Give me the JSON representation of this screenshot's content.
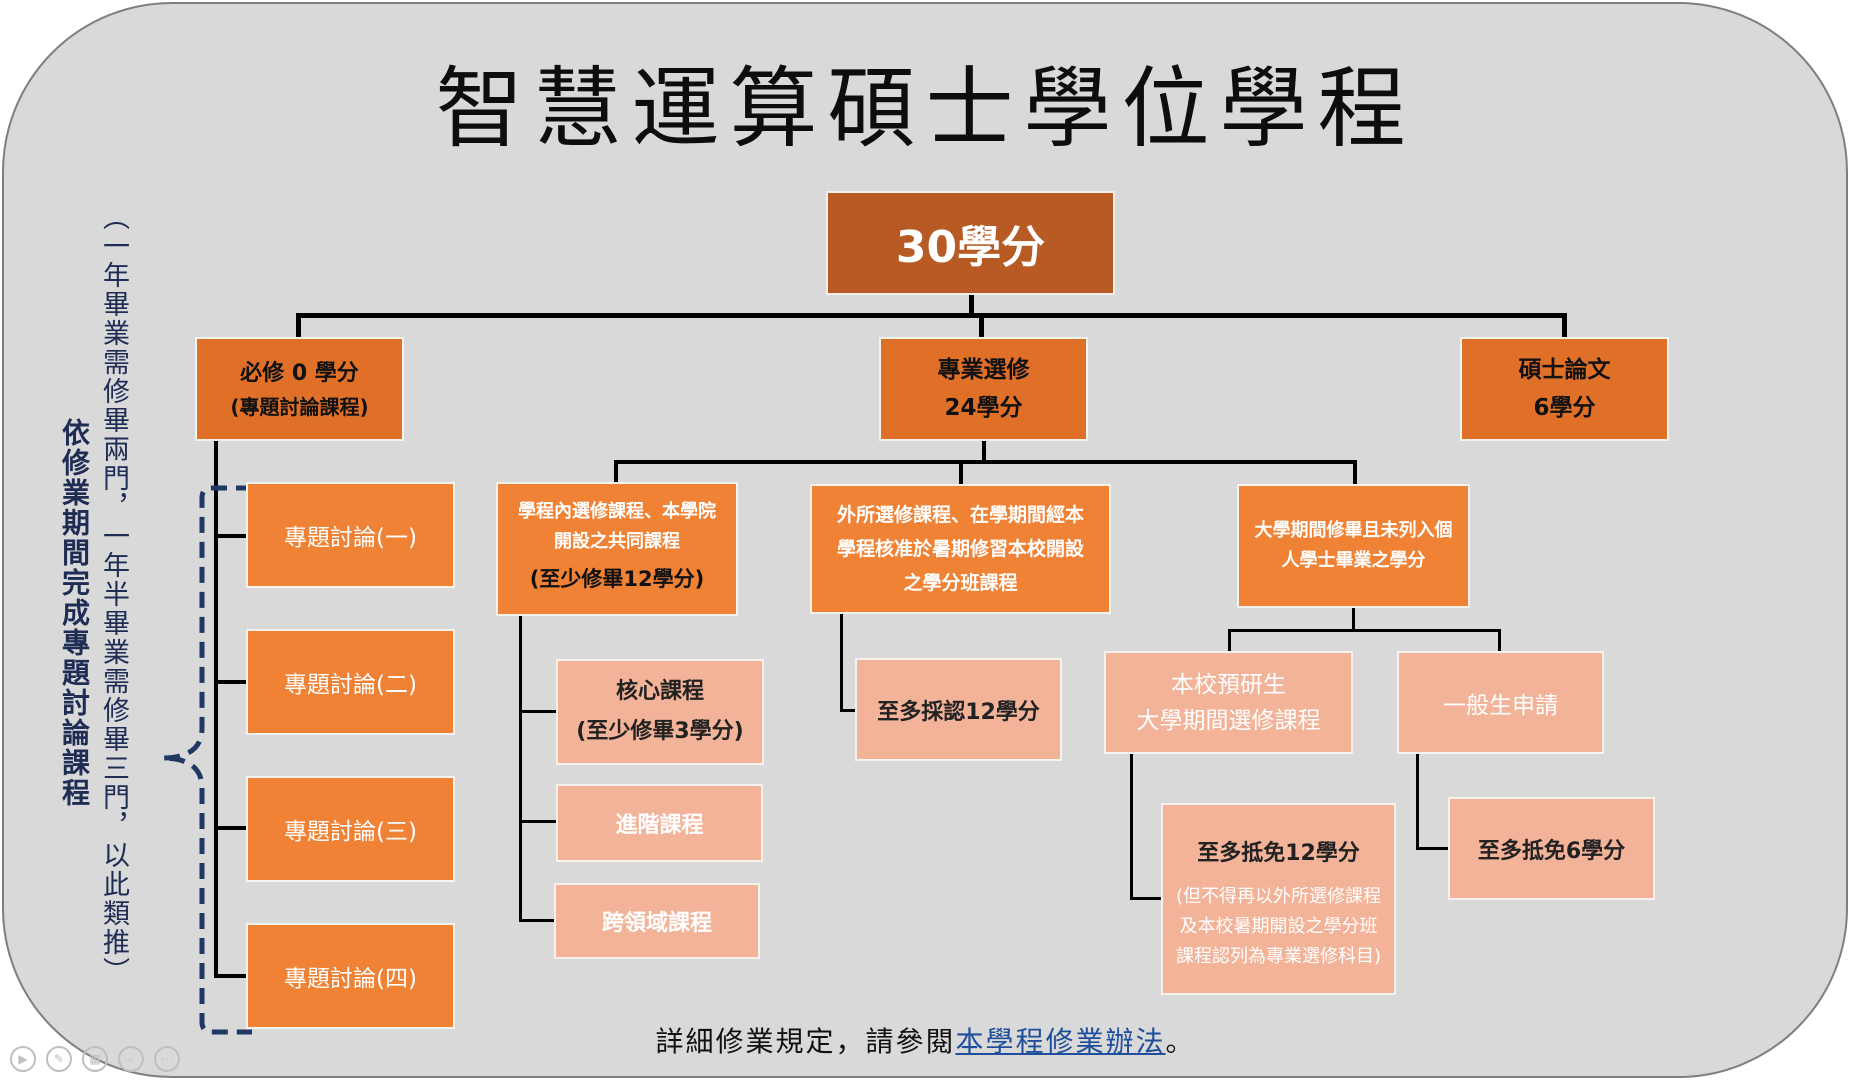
{
  "title": "智慧運算碩士學位學程",
  "root": "30學分",
  "required": {
    "line1": "必修 0 學分",
    "line2": "(專題討論課程)"
  },
  "elective": {
    "line1": "專業選修",
    "line2": "24學分"
  },
  "thesis": {
    "line1": "碩士論文",
    "line2": "6學分"
  },
  "seminars": [
    "專題討論(一)",
    "專題討論(二)",
    "專題討論(三)",
    "專題討論(四)"
  ],
  "side_note": {
    "outer": "（一年畢業需修畢兩門，一年半畢業需修畢三門，以此類推）",
    "inner": "依修業期間完成專題討論課程"
  },
  "in_program": {
    "line1": "學程內選修課程、本學院",
    "line2": "開設之共同課程",
    "line3": "(至少修畢12學分)"
  },
  "in_program_children": {
    "core": {
      "line1": "核心課程",
      "line2": "(至少修畢3學分)"
    },
    "advanced": "進階課程",
    "cross": "跨領域課程"
  },
  "external": {
    "line1": "外所選修課程、在學期間經本",
    "line2": "學程核准於暑期修習本校開設",
    "line3": "之學分班課程"
  },
  "external_child": "至多採認12學分",
  "undergrad": {
    "line1": "大學期間修畢且未列入個",
    "line2": "人學士畢業之學分"
  },
  "undergrad_children": {
    "pre_grad": {
      "line1": "本校預研生",
      "line2": "大學期間選修課程"
    },
    "general": "一般生申請"
  },
  "pre_grad_child": {
    "line1": "至多抵免12學分",
    "line2": "(但不得再以外所選修課程",
    "line3": "及本校暑期開設之學分班",
    "line4": "課程認列為專業選修科目)"
  },
  "general_child": "至多抵免6學分",
  "footer": {
    "prefix": "詳細修業規定，請參閱",
    "link": "本學程修業辦法",
    "suffix": "。"
  },
  "colors": {
    "root": "#b75a24",
    "level1": "#e07028",
    "seminar": "#f08235",
    "leaf": "#f3b399",
    "background": "#d9d9d9",
    "bracket": "#1f3864"
  }
}
